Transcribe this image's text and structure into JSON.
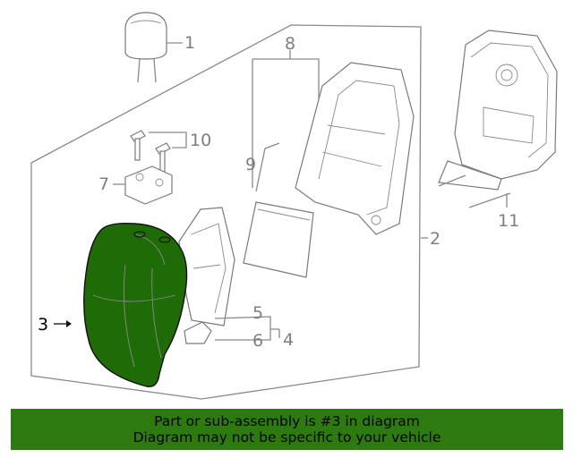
{
  "diagram": {
    "callouts": {
      "c1": "1",
      "c2": "2",
      "c3": "3",
      "c4": "4",
      "c5": "5",
      "c6": "6",
      "c7": "7",
      "c8": "8",
      "c9": "9",
      "c10": "10",
      "c11": "11"
    },
    "highlighted_part": "3",
    "highlight_color": "#1f6b08",
    "banner_color": "#2d7a10"
  },
  "banner": {
    "line1": "Part or sub-assembly is #3 in diagram",
    "line2": "Diagram may not be specific to your vehicle"
  }
}
